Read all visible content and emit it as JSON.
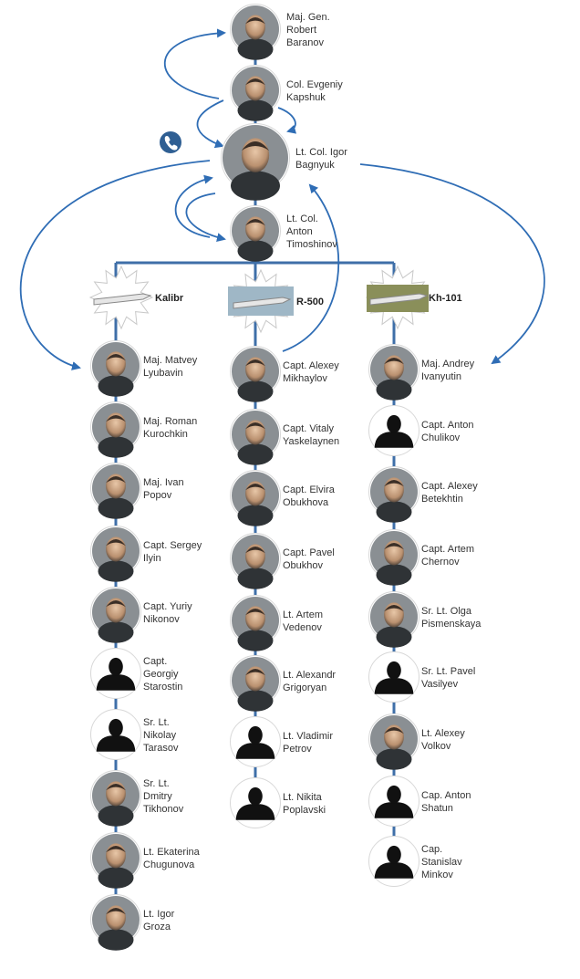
{
  "colors": {
    "connector": "#3f6fa8",
    "arrow": "#2f6db5",
    "portrait_dark": "#2f3336",
    "portrait_ring": "#ffffff",
    "silhouette": "#111111",
    "starburst": "#ffffff",
    "phone": "#2f5f93"
  },
  "icons": {
    "phone": "phone-icon",
    "silhouette": "person-silhouette-icon"
  },
  "top_chain": [
    {
      "id": "baranov",
      "lines": [
        "Maj. Gen.",
        "Robert",
        "Baranov"
      ]
    },
    {
      "id": "kapshuk",
      "lines": [
        "Col. Evgeniy",
        "Kapshuk"
      ]
    },
    {
      "id": "bagnyuk",
      "lines": [
        "Lt. Col. Igor",
        "Bagnyuk"
      ]
    },
    {
      "id": "timoshinov",
      "lines": [
        "Lt. Col.",
        "Anton",
        "Timoshinov"
      ]
    }
  ],
  "branches": [
    {
      "missile": "Kalibr",
      "members": [
        {
          "lines": [
            "Maj. Matvey",
            "Lyubavin"
          ],
          "photo": true
        },
        {
          "lines": [
            "Maj. Roman",
            "Kurochkin"
          ],
          "photo": true
        },
        {
          "lines": [
            "Maj. Ivan",
            "Popov"
          ],
          "photo": true
        },
        {
          "lines": [
            "Capt. Sergey",
            "Ilyin"
          ],
          "photo": true
        },
        {
          "lines": [
            "Capt. Yuriy",
            "Nikonov"
          ],
          "photo": true
        },
        {
          "lines": [
            "Capt.",
            "Georgiy",
            "Starostin"
          ],
          "photo": false
        },
        {
          "lines": [
            "Sr. Lt.",
            "Nikolay",
            "Tarasov"
          ],
          "photo": false
        },
        {
          "lines": [
            "Sr. Lt.",
            "Dmitry",
            "Tikhonov"
          ],
          "photo": true
        },
        {
          "lines": [
            "Lt. Ekaterina",
            "Chugunova"
          ],
          "photo": true
        },
        {
          "lines": [
            "Lt. Igor",
            "Groza"
          ],
          "photo": true
        }
      ]
    },
    {
      "missile": "R-500",
      "members": [
        {
          "lines": [
            "Capt. Alexey",
            "Mikhaylov"
          ],
          "photo": true
        },
        {
          "lines": [
            "Capt. Vitaly",
            "Yaskelaynen"
          ],
          "photo": true
        },
        {
          "lines": [
            "Capt. Elvira",
            "Obukhova"
          ],
          "photo": true
        },
        {
          "lines": [
            "Capt. Pavel",
            "Obukhov"
          ],
          "photo": true
        },
        {
          "lines": [
            "Lt. Artem",
            "Vedenov"
          ],
          "photo": true
        },
        {
          "lines": [
            "Lt. Alexandr",
            "Grigoryan"
          ],
          "photo": true
        },
        {
          "lines": [
            "Lt. Vladimir",
            "Petrov"
          ],
          "photo": false
        },
        {
          "lines": [
            "Lt. Nikita",
            "Poplavski"
          ],
          "photo": false
        }
      ]
    },
    {
      "missile": "Kh-101",
      "members": [
        {
          "lines": [
            "Maj. Andrey",
            "Ivanyutin"
          ],
          "photo": true
        },
        {
          "lines": [
            "Capt. Anton",
            "Chulikov"
          ],
          "photo": false
        },
        {
          "lines": [
            "Capt. Alexey",
            "Betekhtin"
          ],
          "photo": true
        },
        {
          "lines": [
            "Capt. Artem",
            "Chernov"
          ],
          "photo": true
        },
        {
          "lines": [
            "Sr. Lt. Olga",
            "Pismenskaya"
          ],
          "photo": true
        },
        {
          "lines": [
            "Sr. Lt. Pavel",
            "Vasilyev"
          ],
          "photo": false
        },
        {
          "lines": [
            "Lt. Alexey",
            "Volkov"
          ],
          "photo": true
        },
        {
          "lines": [
            "Cap. Anton",
            "Shatun"
          ],
          "photo": false
        },
        {
          "lines": [
            "Cap.",
            "Stanislav",
            "Minkov"
          ],
          "photo": false
        }
      ]
    }
  ]
}
